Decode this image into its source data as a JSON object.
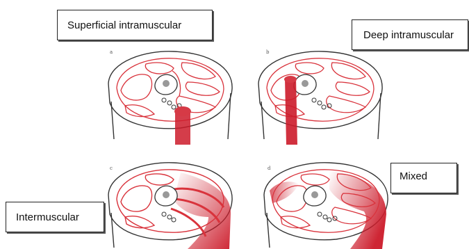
{
  "labels": {
    "superficial": "Superficial intramuscular",
    "deep": "Deep intramuscular",
    "intermuscular": "Intermuscular",
    "mixed": "Mixed"
  },
  "panel_letters": {
    "a": "a",
    "b": "b",
    "c": "c",
    "d": "d"
  },
  "colors": {
    "muscle_outline": "#d9333c",
    "bleed": "#cc1b2a",
    "outline": "#333333"
  }
}
